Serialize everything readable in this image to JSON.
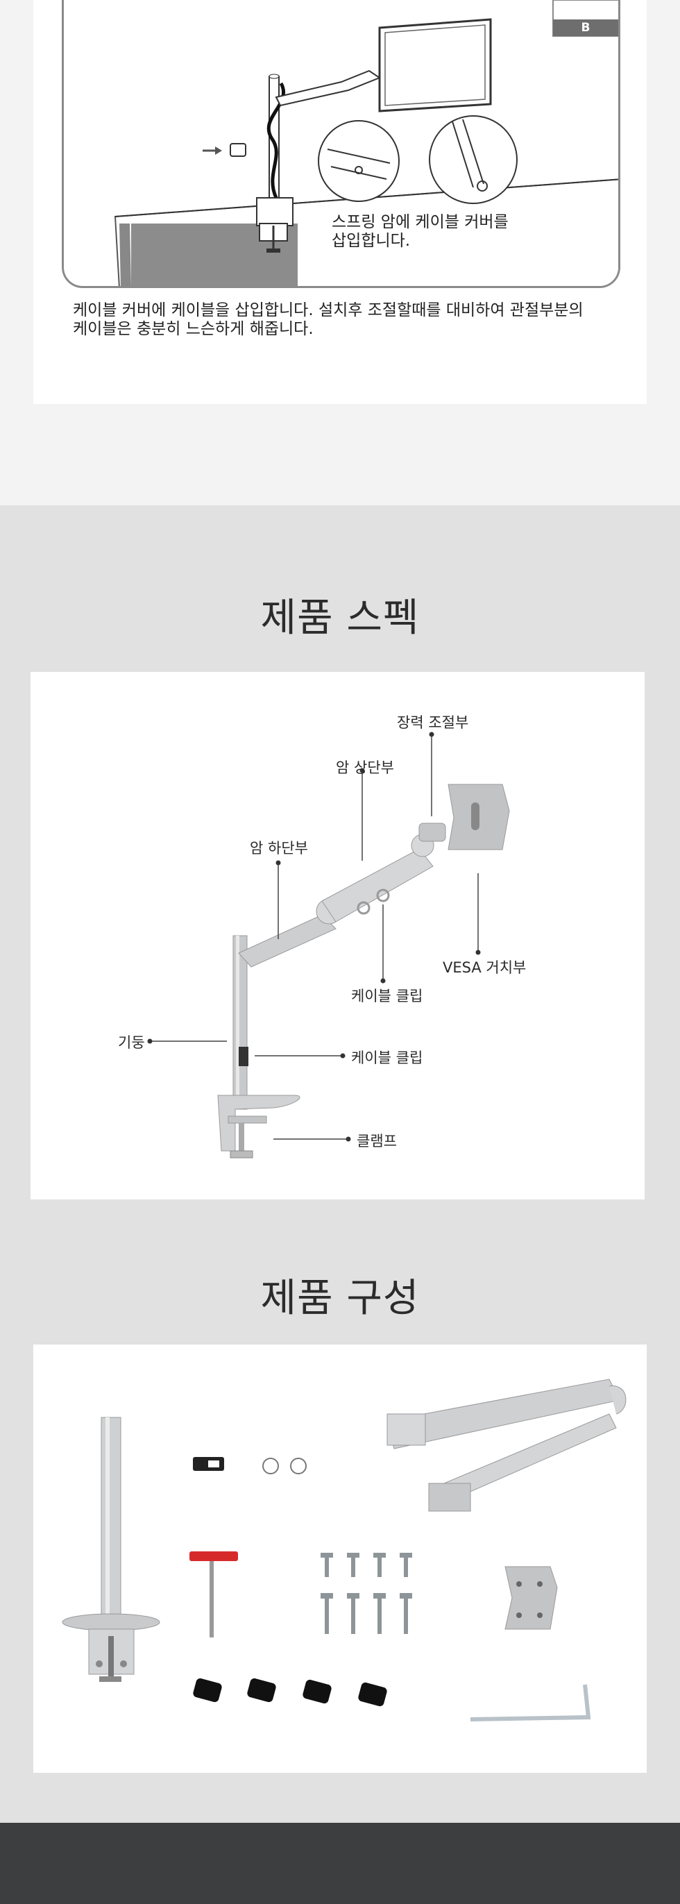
{
  "install_step": {
    "badge": "B",
    "callout": "스프링 암에 케이블 커버를\n삽입합니다.",
    "description_line1": "케이블 커버에 케이블을 삽입합니다. 설치후 조절할때를 대비하여 관절부분의",
    "description_line2": "케이블은 충분히 느슨하게 해줍니다."
  },
  "spec": {
    "title": "제품 스펙",
    "labels": {
      "tension": "장력 조절부",
      "upper_arm": "암 상단부",
      "lower_arm": "암 하단부",
      "vesa": "VESA 거치부",
      "cable_clip_arm": "케이블 클립",
      "pole": "기둥",
      "cable_clip_pole": "케이블 클립",
      "clamp": "클램프"
    }
  },
  "components": {
    "title": "제품 구성"
  }
}
